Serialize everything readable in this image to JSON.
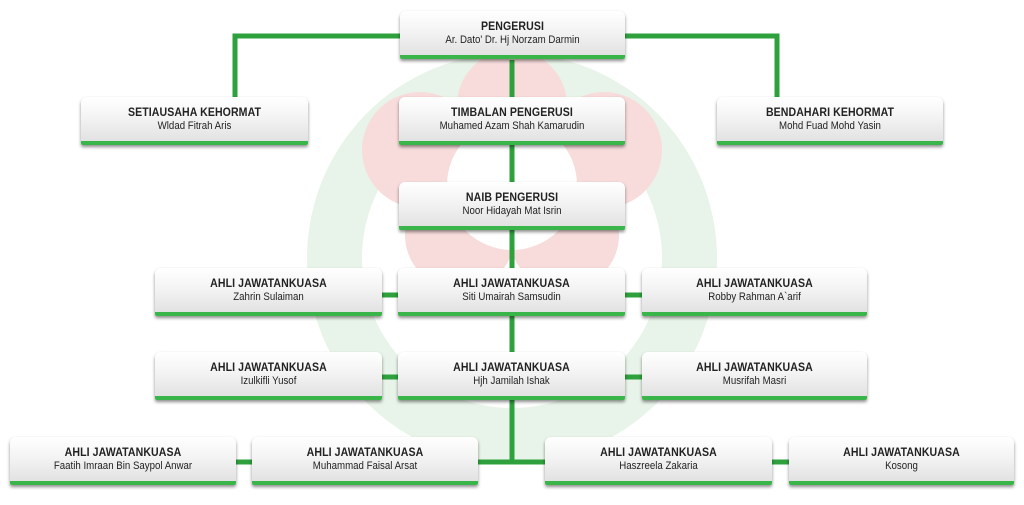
{
  "nodes": [
    {
      "id": "chair",
      "role": "PENGERUSI",
      "name": "Ar. Dato' Dr. Hj Norzam Darmin"
    },
    {
      "id": "hon_secretary",
      "role": "SETIAUSAHA KEHORMAT",
      "name": "Wldad Fitrah Aris"
    },
    {
      "id": "deputy_chair",
      "role": "TIMBALAN PENGERUSI",
      "name": "Muhamed Azam Shah Kamarudin"
    },
    {
      "id": "hon_treasurer",
      "role": "BENDAHARI KEHORMAT",
      "name": "Mohd Fuad Mohd Yasin"
    },
    {
      "id": "vice_chair",
      "role": "NAIB PENGERUSI",
      "name": "Noor Hidayah Mat Isrin"
    },
    {
      "id": "m1",
      "role": "AHLI JAWATANKUASA",
      "name": "Zahrin Sulaiman"
    },
    {
      "id": "m2",
      "role": "AHLI JAWATANKUASA",
      "name": "Siti Umairah Samsudin"
    },
    {
      "id": "m3",
      "role": "AHLI JAWATANKUASA",
      "name": "Robby Rahman A`arif"
    },
    {
      "id": "m4",
      "role": "AHLI JAWATANKUASA",
      "name": "Izulkifli Yusof"
    },
    {
      "id": "m5",
      "role": "AHLI JAWATANKUASA",
      "name": "Hjh Jamilah Ishak"
    },
    {
      "id": "m6",
      "role": "AHLI JAWATANKUASA",
      "name": "Musrifah Masri"
    },
    {
      "id": "m7",
      "role": "AHLI JAWATANKUASA",
      "name": "Faatih Imraan Bin Saypol Anwar"
    },
    {
      "id": "m8",
      "role": "AHLI JAWATANKUASA",
      "name": "Muhammad Faisal Arsat"
    },
    {
      "id": "m9",
      "role": "AHLI JAWATANKUASA",
      "name": "Haszreela Zakaria"
    },
    {
      "id": "m10",
      "role": "AHLI JAWATANKUASA",
      "name": "Kosong"
    }
  ],
  "colors": {
    "connector": "#2ea03c",
    "accent": "#39b54a",
    "watermark_red": "#f6d9d9",
    "watermark_green": "#e4f2e5"
  }
}
